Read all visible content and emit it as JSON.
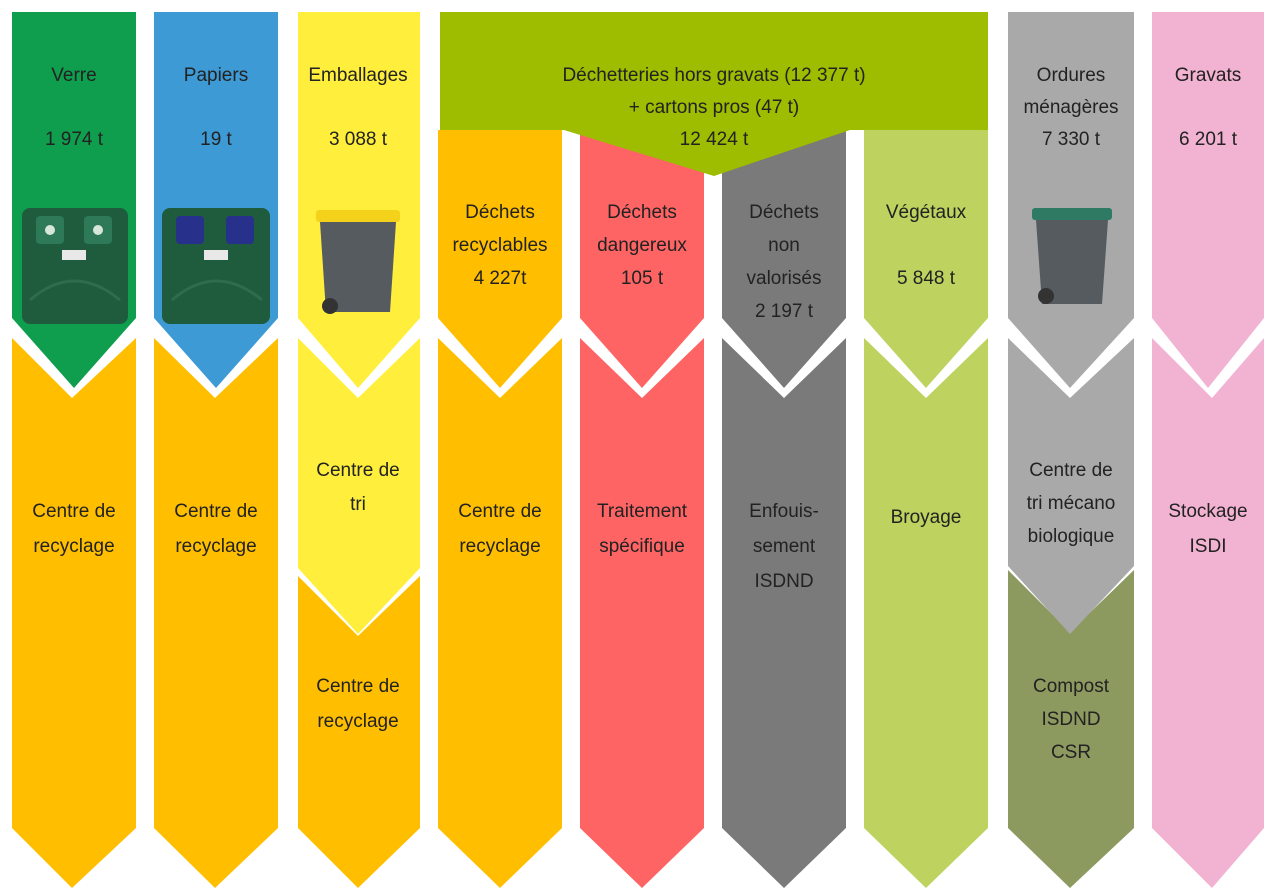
{
  "colors": {
    "verre": "#0f9d4e",
    "papiers": "#3d9ad5",
    "emballages": "#ffef3c",
    "recyclage": "#ffbe00",
    "dechetteries": "#9ebc00",
    "dangereux": "#ff6464",
    "non_valorises": "#7a7a7a",
    "vegetaux": "#bdd25f",
    "ordures": "#a9a9a9",
    "compost": "#8c9a60",
    "gravats": "#f2b2d2",
    "bin_dark": "#1f5b3d",
    "bin_grey": "#555b5f"
  },
  "columns": {
    "verre": {
      "name": "Verre",
      "tonnage": "1 974 t",
      "icon": "glass-container-icon"
    },
    "papiers": {
      "name": "Papiers",
      "tonnage": "19 t",
      "icon": "paper-container-icon"
    },
    "emballages": {
      "name": "Emballages",
      "tonnage": "3 088 t",
      "icon": "yellow-lid-bin-icon"
    },
    "dechetteries": {
      "line1": "Déchetteries hors gravats (12 377 t)",
      "line2": "+ cartons pros (47 t)",
      "line3": "12 424 t"
    },
    "recyclables": {
      "line1": "Déchets",
      "line2": "recyclables",
      "line3": "4 227t"
    },
    "dangereux": {
      "line1": "Déchets",
      "line2": "dangereux",
      "line3": "105 t"
    },
    "non_valorises": {
      "line1": "Déchets",
      "line2": "non",
      "line3": "valorisés",
      "line4": "2 197 t"
    },
    "vegetaux": {
      "name": "Végétaux",
      "tonnage": "5 848 t"
    },
    "ordures": {
      "line1": "Ordures",
      "line2": "ménagères",
      "line3": "7 330 t",
      "icon": "grey-lid-bin-icon"
    },
    "gravats": {
      "name": "Gravats",
      "tonnage": "6 201 t"
    }
  },
  "destinations": {
    "verre": [
      "Centre de",
      "recyclage"
    ],
    "papiers": [
      "Centre de",
      "recyclage"
    ],
    "emballages_tri": [
      "Centre de",
      "tri"
    ],
    "emballages_recyclage": [
      "Centre de",
      "recyclage"
    ],
    "recyclables": [
      "Centre de",
      "recyclage"
    ],
    "dangereux": [
      "Traitement",
      "spécifique"
    ],
    "non_valorises": [
      "Enfouis-",
      "sement",
      "ISDND"
    ],
    "vegetaux": [
      "Broyage"
    ],
    "ordures_tri": [
      "Centre de",
      "tri mécano",
      "biologique"
    ],
    "ordures_compost": [
      "Compost",
      "ISDND",
      "CSR"
    ],
    "gravats": [
      "Stockage",
      "ISDI"
    ]
  }
}
